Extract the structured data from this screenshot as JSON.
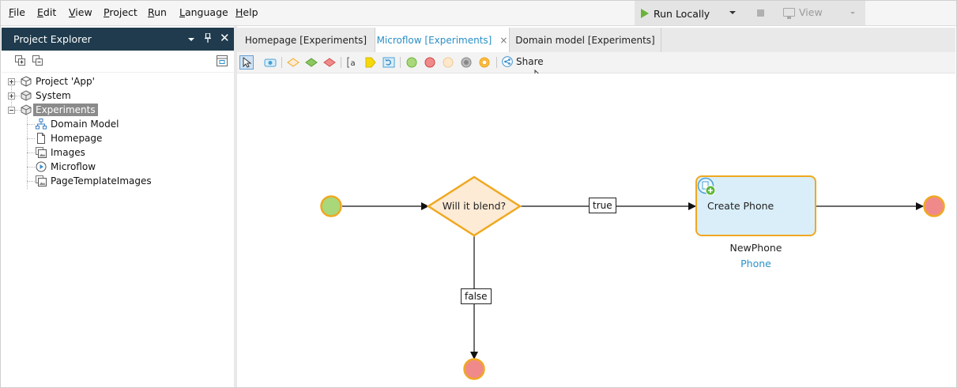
{
  "menubar": {
    "items": [
      {
        "mnemonic": "F",
        "rest": "ile"
      },
      {
        "mnemonic": "E",
        "rest": "dit"
      },
      {
        "mnemonic": "V",
        "rest": "iew"
      },
      {
        "mnemonic": "P",
        "rest": "roject"
      },
      {
        "mnemonic": "R",
        "rest": "un"
      },
      {
        "mnemonic": "L",
        "rest": "anguage"
      },
      {
        "mnemonic": "H",
        "rest": "elp"
      }
    ],
    "run_label": "Run Locally",
    "view_label": "View"
  },
  "explorer": {
    "title": "Project Explorer",
    "tree": [
      {
        "label": "Project 'App'",
        "icon": "project-cube-icon",
        "expanded": false
      },
      {
        "label": "System",
        "icon": "module-cube-icon",
        "expanded": false
      },
      {
        "label": "Experiments",
        "icon": "module-cube-icon",
        "expanded": true,
        "selected": true
      },
      {
        "label": "Domain Model",
        "icon": "domain-model-icon"
      },
      {
        "label": "Homepage",
        "icon": "page-icon"
      },
      {
        "label": "Images",
        "icon": "images-icon"
      },
      {
        "label": "Microflow",
        "icon": "microflow-icon"
      },
      {
        "label": "PageTemplateImages",
        "icon": "images-icon"
      }
    ]
  },
  "tabs": [
    {
      "label": "Homepage [Experiments]",
      "active": false
    },
    {
      "label": "Microflow [Experiments]",
      "active": true,
      "close": "×"
    },
    {
      "label": "Domain model [Experiments]",
      "active": false
    }
  ],
  "editor_toolbar": {
    "share_label": "Share"
  },
  "microflow": {
    "decision_label": "Will it blend?",
    "true_label": "true",
    "false_label": "false",
    "activity_label": "Create Phone",
    "output_variable": "NewPhone",
    "output_type": "Phone"
  },
  "colors": {
    "accent": "#2a8fc7",
    "panel_header": "#1f3b4d",
    "start_event": "#a8d87a",
    "end_event": "#f08a8a",
    "flow_orange": "#f0a820",
    "decision_fill": "#fdebd6",
    "activity_fill": "#d9eef8"
  }
}
